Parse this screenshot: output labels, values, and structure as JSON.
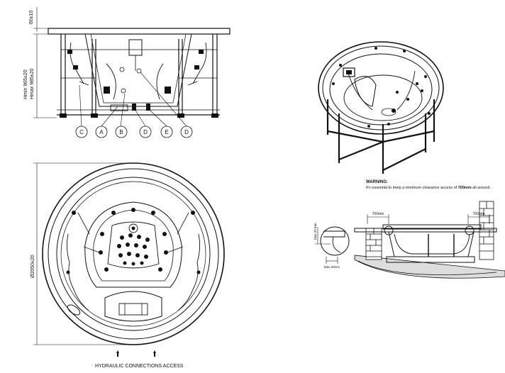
{
  "dimensions": {
    "top_thickness": "60±10",
    "height_min": "Hmin 965±20",
    "height_max": "Hmax 985±20",
    "diameter": "Ø2050±20",
    "clearance_side_left": "700mm",
    "clearance_side_right": "700mm",
    "max_height_left": "Max 20 mm",
    "max_depth": "Max 20mm"
  },
  "callouts": [
    "C",
    "A",
    "B",
    "D",
    "E",
    "D"
  ],
  "hydraulic_label": "HYDRAULIC CONNECTIONS ACCESS",
  "warning": {
    "title": "WARNING:",
    "text_before": "It's essential to keep a minimum clearance access of ",
    "value": "700mm",
    "text_after": " all around."
  }
}
